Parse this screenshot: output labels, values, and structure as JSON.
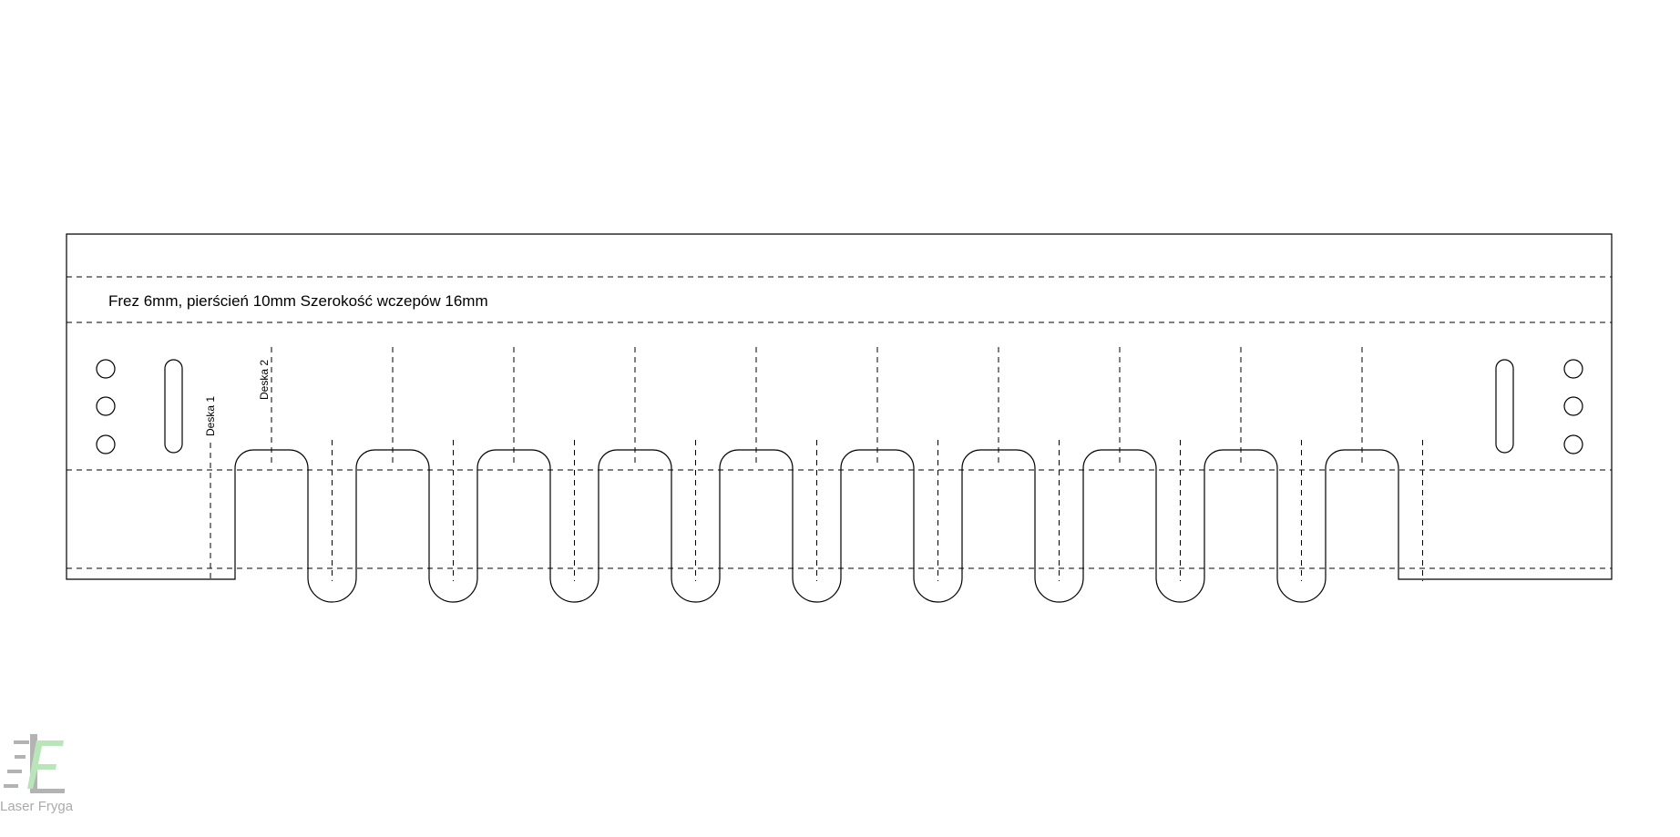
{
  "template": {
    "title": "Frez 6mm, pierścień 10mm  Szerokość wczepów 16mm",
    "board_labels": [
      "Deska 1",
      "Deska 2"
    ],
    "finger_count": 10
  },
  "logo": {
    "text": "Laser Fryga",
    "colors": {
      "gray": "#b3b3b3",
      "green": "#b8e6b8"
    }
  }
}
